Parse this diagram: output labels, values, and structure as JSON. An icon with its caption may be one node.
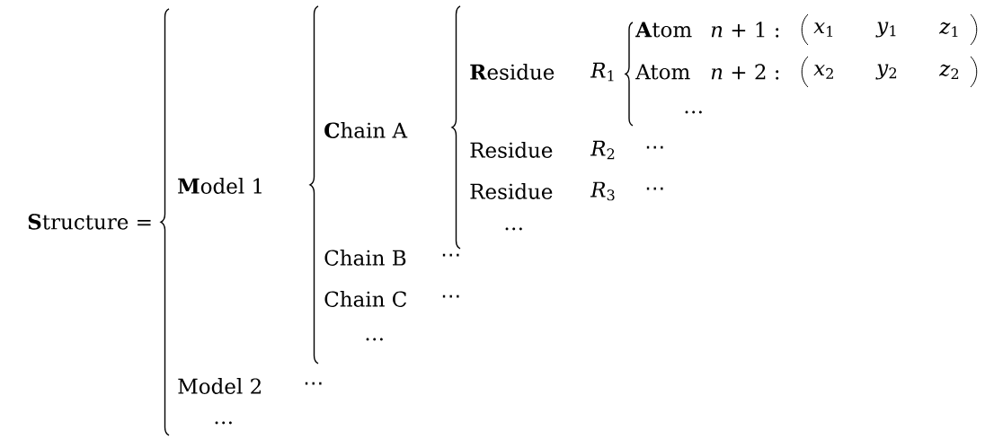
{
  "diagram": {
    "labels": [
      "**A**tom",
      "*n* + 1 :",
      "*x*$_{1}$",
      "*y*$_{1}$",
      "*z*$_{1}$",
      "**R**esidue",
      "*R*$_{1}$",
      "Atom",
      "*n* + 2 :",
      "*x*$_{2}$",
      "*y*$_{2}$",
      "*z*$_{2}$",
      "…",
      "**C**hain A",
      "Residue",
      "*R*$_{2}$",
      "⋯",
      "**M**odel 1",
      "Residue",
      "*R*$_{3}$",
      "⋯",
      "**S**tructure =",
      "…",
      "Chain B",
      "⋯",
      "Chain C",
      "⋯",
      "…",
      "Model 2",
      "⋯",
      "…"
    ]
  }
}
